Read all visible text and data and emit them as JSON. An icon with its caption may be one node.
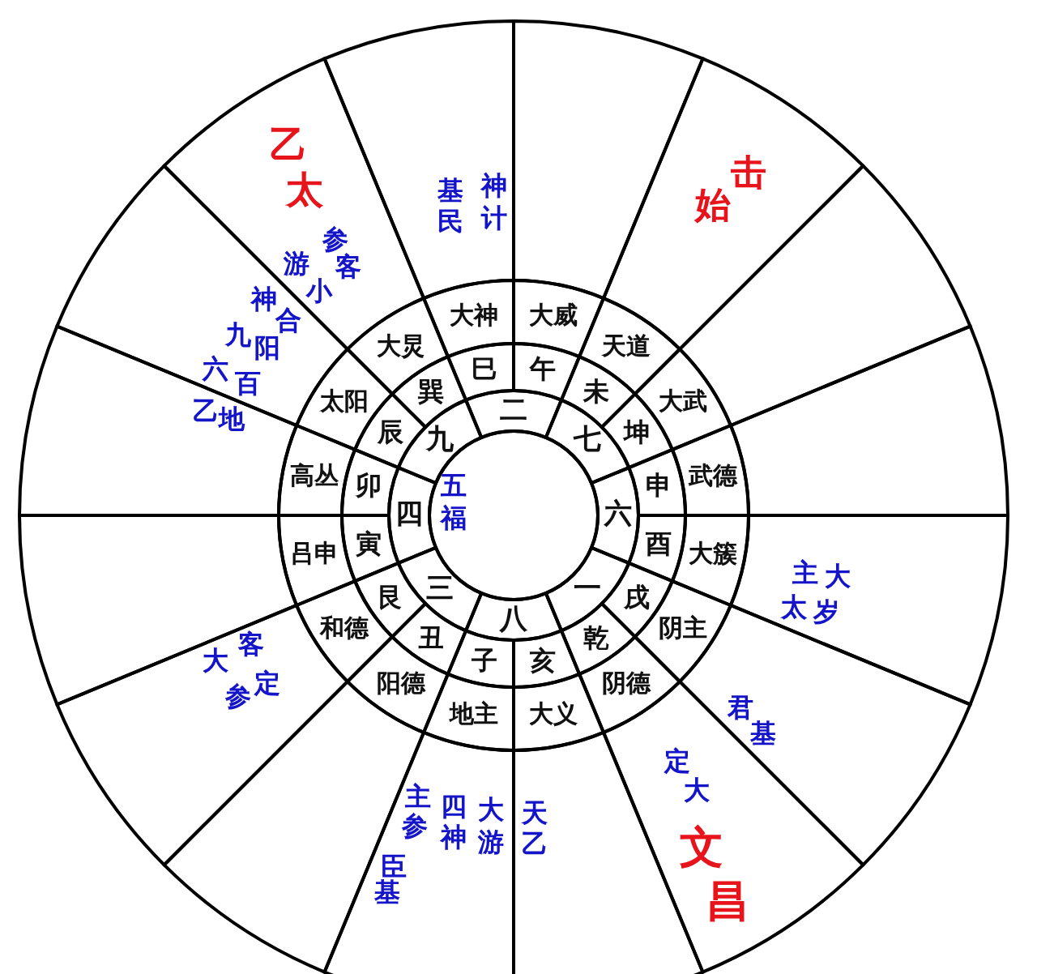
{
  "diagram": {
    "nodes": [
      {
        "text": [],
        "shape": "sector"
      },
      {
        "text": [
          "始击"
        ]
      },
      {
        "text": [],
        "shape": "sector"
      },
      {
        "text": [],
        "shape": "sector"
      },
      {
        "text": [
          "主大",
          "太岁"
        ]
      },
      {
        "text": [
          "君基"
        ]
      },
      {
        "text": [
          "定大",
          "文昌"
        ]
      },
      {
        "text": [
          "天乙"
        ]
      },
      {
        "text": [
          "主参",
          "四神",
          "大游",
          "臣基"
        ]
      },
      {
        "text": [],
        "shape": "sector"
      },
      {
        "text": [
          "大客",
          "参定"
        ]
      },
      {
        "text": [],
        "shape": "sector"
      },
      {
        "text": [
          "乙地"
        ]
      },
      {
        "text": [
          "神合",
          "九阳",
          "六百"
        ]
      },
      {
        "text": [
          "乙太",
          "参客",
          "游小"
        ]
      },
      {
        "text": [
          "基民",
          "神计"
        ]
      },
      {
        "text": [
          "大威"
        ]
      },
      {
        "text": [
          "天道"
        ]
      },
      {
        "text": [
          "大武"
        ]
      },
      {
        "text": [
          "武德"
        ]
      },
      {
        "text": [
          "大簇"
        ]
      },
      {
        "text": [
          "阴主"
        ]
      },
      {
        "text": [
          "阴德"
        ]
      },
      {
        "text": [
          "大义"
        ]
      },
      {
        "text": [
          "地主"
        ]
      },
      {
        "text": [
          "阳德"
        ]
      },
      {
        "text": [
          "和德"
        ]
      },
      {
        "text": [
          "吕申"
        ]
      },
      {
        "text": [
          "高丛"
        ]
      },
      {
        "text": [
          "太阳"
        ]
      },
      {
        "text": [
          "大炅"
        ]
      },
      {
        "text": [
          "大神"
        ]
      },
      {
        "text": [
          "午"
        ]
      },
      {
        "text": [
          "未"
        ]
      },
      {
        "text": [
          "坤"
        ]
      },
      {
        "text": [
          "申"
        ]
      },
      {
        "text": [
          "酉"
        ]
      },
      {
        "text": [
          "戌"
        ]
      },
      {
        "text": [
          "乾"
        ]
      },
      {
        "text": [
          "亥"
        ]
      },
      {
        "text": [
          "子"
        ]
      },
      {
        "text": [
          "丑"
        ]
      },
      {
        "text": [
          "艮"
        ]
      },
      {
        "text": [
          "寅"
        ]
      },
      {
        "text": [
          "卯"
        ]
      },
      {
        "text": [
          "辰"
        ]
      },
      {
        "text": [
          "巽"
        ]
      },
      {
        "text": [
          "巳"
        ]
      },
      {
        "text": [
          "二"
        ]
      },
      {
        "text": [
          "七"
        ]
      },
      {
        "text": [
          "六"
        ]
      },
      {
        "text": [
          "一"
        ]
      },
      {
        "text": [
          "八"
        ]
      },
      {
        "text": [
          "三"
        ]
      },
      {
        "text": [
          "四"
        ]
      },
      {
        "text": [
          "九"
        ]
      },
      {
        "text": [
          "五福"
        ]
      }
    ]
  }
}
